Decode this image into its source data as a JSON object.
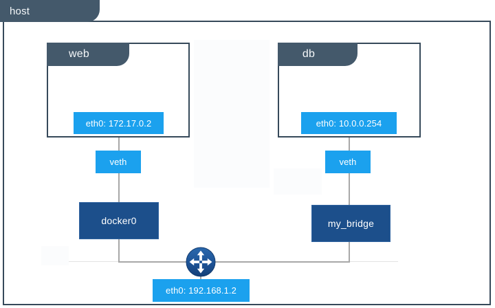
{
  "diagram": {
    "title": "host",
    "host": {
      "label": "host"
    },
    "namespaces": [
      {
        "id": "web",
        "label": "web",
        "interface": {
          "label": "eth0: 172.17.0.2",
          "name": "eth0",
          "address": "172.17.0.2"
        },
        "veth": {
          "label": "veth"
        }
      },
      {
        "id": "db",
        "label": "db",
        "interface": {
          "label": "eth0: 10.0.0.254",
          "name": "eth0",
          "address": "10.0.0.254"
        },
        "veth": {
          "label": "veth"
        }
      }
    ],
    "bridges": [
      {
        "id": "docker0",
        "label": "docker0"
      },
      {
        "id": "my_bridge",
        "label": "my_bridge"
      }
    ],
    "router": {
      "icon": "router-multidirectional-icon",
      "interface": {
        "label": "eth0: 192.168.1.2",
        "name": "eth0",
        "address": "192.168.1.2"
      }
    },
    "colors": {
      "host_slate": "#44596b",
      "host_border": "#36495a",
      "interface_blue": "#1ba1ee",
      "bridge_blue": "#1c4f8b",
      "bridge_border": "#2f63a0",
      "connector_grey": "#a8a8a8",
      "text_light": "#ffffff",
      "background": "#ffffff"
    }
  }
}
